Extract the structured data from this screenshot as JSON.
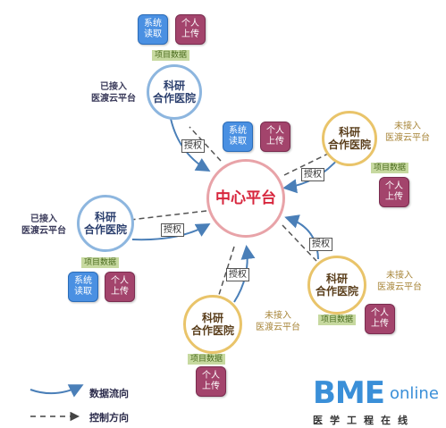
{
  "center": {
    "label": "中心平台"
  },
  "hospitals": [
    {
      "id": "top-left",
      "line1": "科研",
      "line2": "合作医院",
      "status_line1": "已接入",
      "status_line2": "医渡云平台"
    },
    {
      "id": "left",
      "line1": "科研",
      "line2": "合作医院",
      "status_line1": "已接入",
      "status_line2": "医渡云平台"
    },
    {
      "id": "top-right",
      "line1": "科研",
      "line2": "合作医院",
      "status_line1": "未接入",
      "status_line2": "医渡云平台"
    },
    {
      "id": "bottom-right",
      "line1": "科研",
      "line2": "合作医院",
      "status_line1": "未接入",
      "status_line2": "医渡云平台"
    },
    {
      "id": "bottom",
      "line1": "科研",
      "line2": "合作医院",
      "status_line1": "未接入",
      "status_line2": "医渡云平台"
    }
  ],
  "buttons": {
    "system_read_1": "系统",
    "system_read_2": "读取",
    "personal_upload_1": "个人",
    "personal_upload_2": "上传"
  },
  "project_data_label": "项目数据",
  "authorize_label": "授权",
  "legend": {
    "data_flow": "数据流向",
    "control": "控制方向"
  },
  "logo": {
    "bme": "BME",
    "online": "online",
    "sub": "医学工程在线"
  },
  "colors": {
    "center_border": "#e8a3a8",
    "connected_border": "#8db6df",
    "unconnected_border": "#e9c46a",
    "system_read": "#4a90e2",
    "personal_upload": "#a3446c",
    "arrow": "#4a7fb8"
  }
}
